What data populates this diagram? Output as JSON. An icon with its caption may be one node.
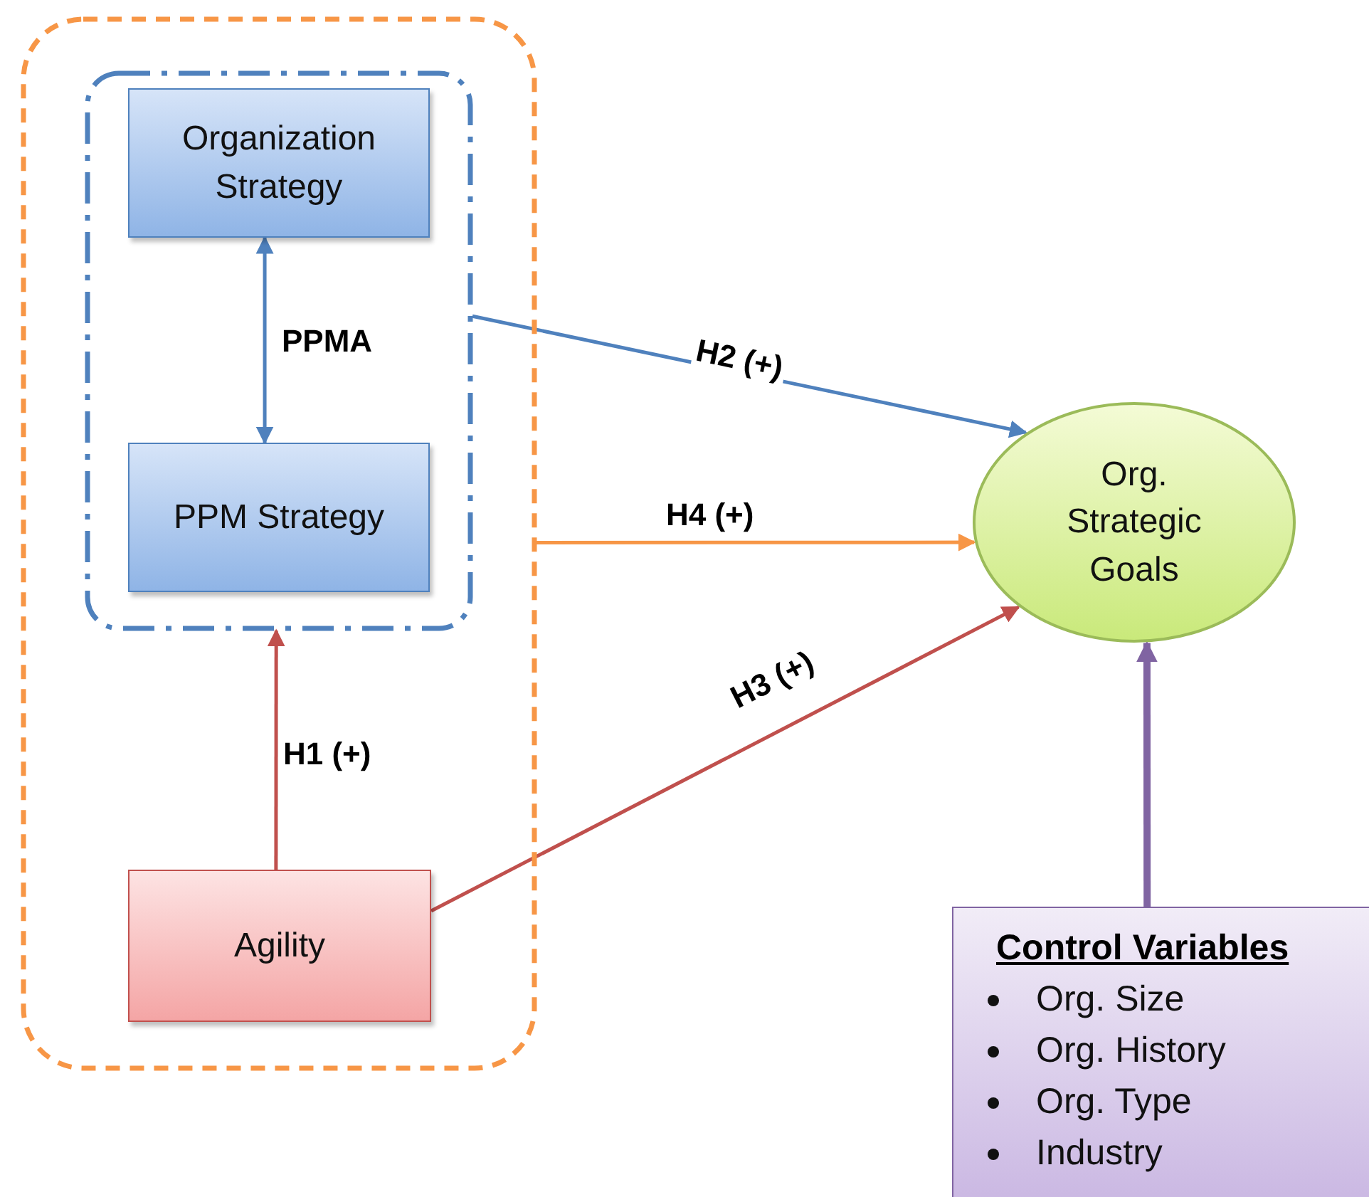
{
  "diagram": {
    "nodes": [
      {
        "text": [],
        "shape": "box"
      },
      {
        "text": [],
        "shape": "box",
        "in": 0
      },
      {
        "text": [
          "Organization Strategy"
        ],
        "in": 1
      },
      {
        "text": [
          "PPM Strategy"
        ],
        "in": 1
      },
      {
        "text": [
          "Agility"
        ],
        "in": 0
      },
      {
        "text": [
          "Org. Strategic Goals"
        ]
      },
      {
        "text": [
          "Control Variables",
          "Org. Size",
          "Org. History",
          "Org. Type",
          "Industry"
        ]
      }
    ],
    "edges": [
      {
        "from": 2,
        "to": 3,
        "arrow": "both",
        "label": "PPMA",
        "color": "#4f81bd"
      },
      {
        "from": 1,
        "to": 5,
        "arrow": "to",
        "label": "H2 (+)",
        "color": "#4f81bd"
      },
      {
        "from": 0,
        "to": 5,
        "arrow": "to",
        "label": "H4 (+)",
        "color": "#f79646"
      },
      {
        "from": 4,
        "to": 1,
        "arrow": "to",
        "label": "H1 (+)",
        "color": "#c0504d"
      },
      {
        "from": 4,
        "to": 5,
        "arrow": "to",
        "label": "H3 (+)",
        "color": "#c0504d"
      },
      {
        "from": 6,
        "to": 5,
        "arrow": "to",
        "style": "thick",
        "color": "#8064a2"
      }
    ]
  }
}
